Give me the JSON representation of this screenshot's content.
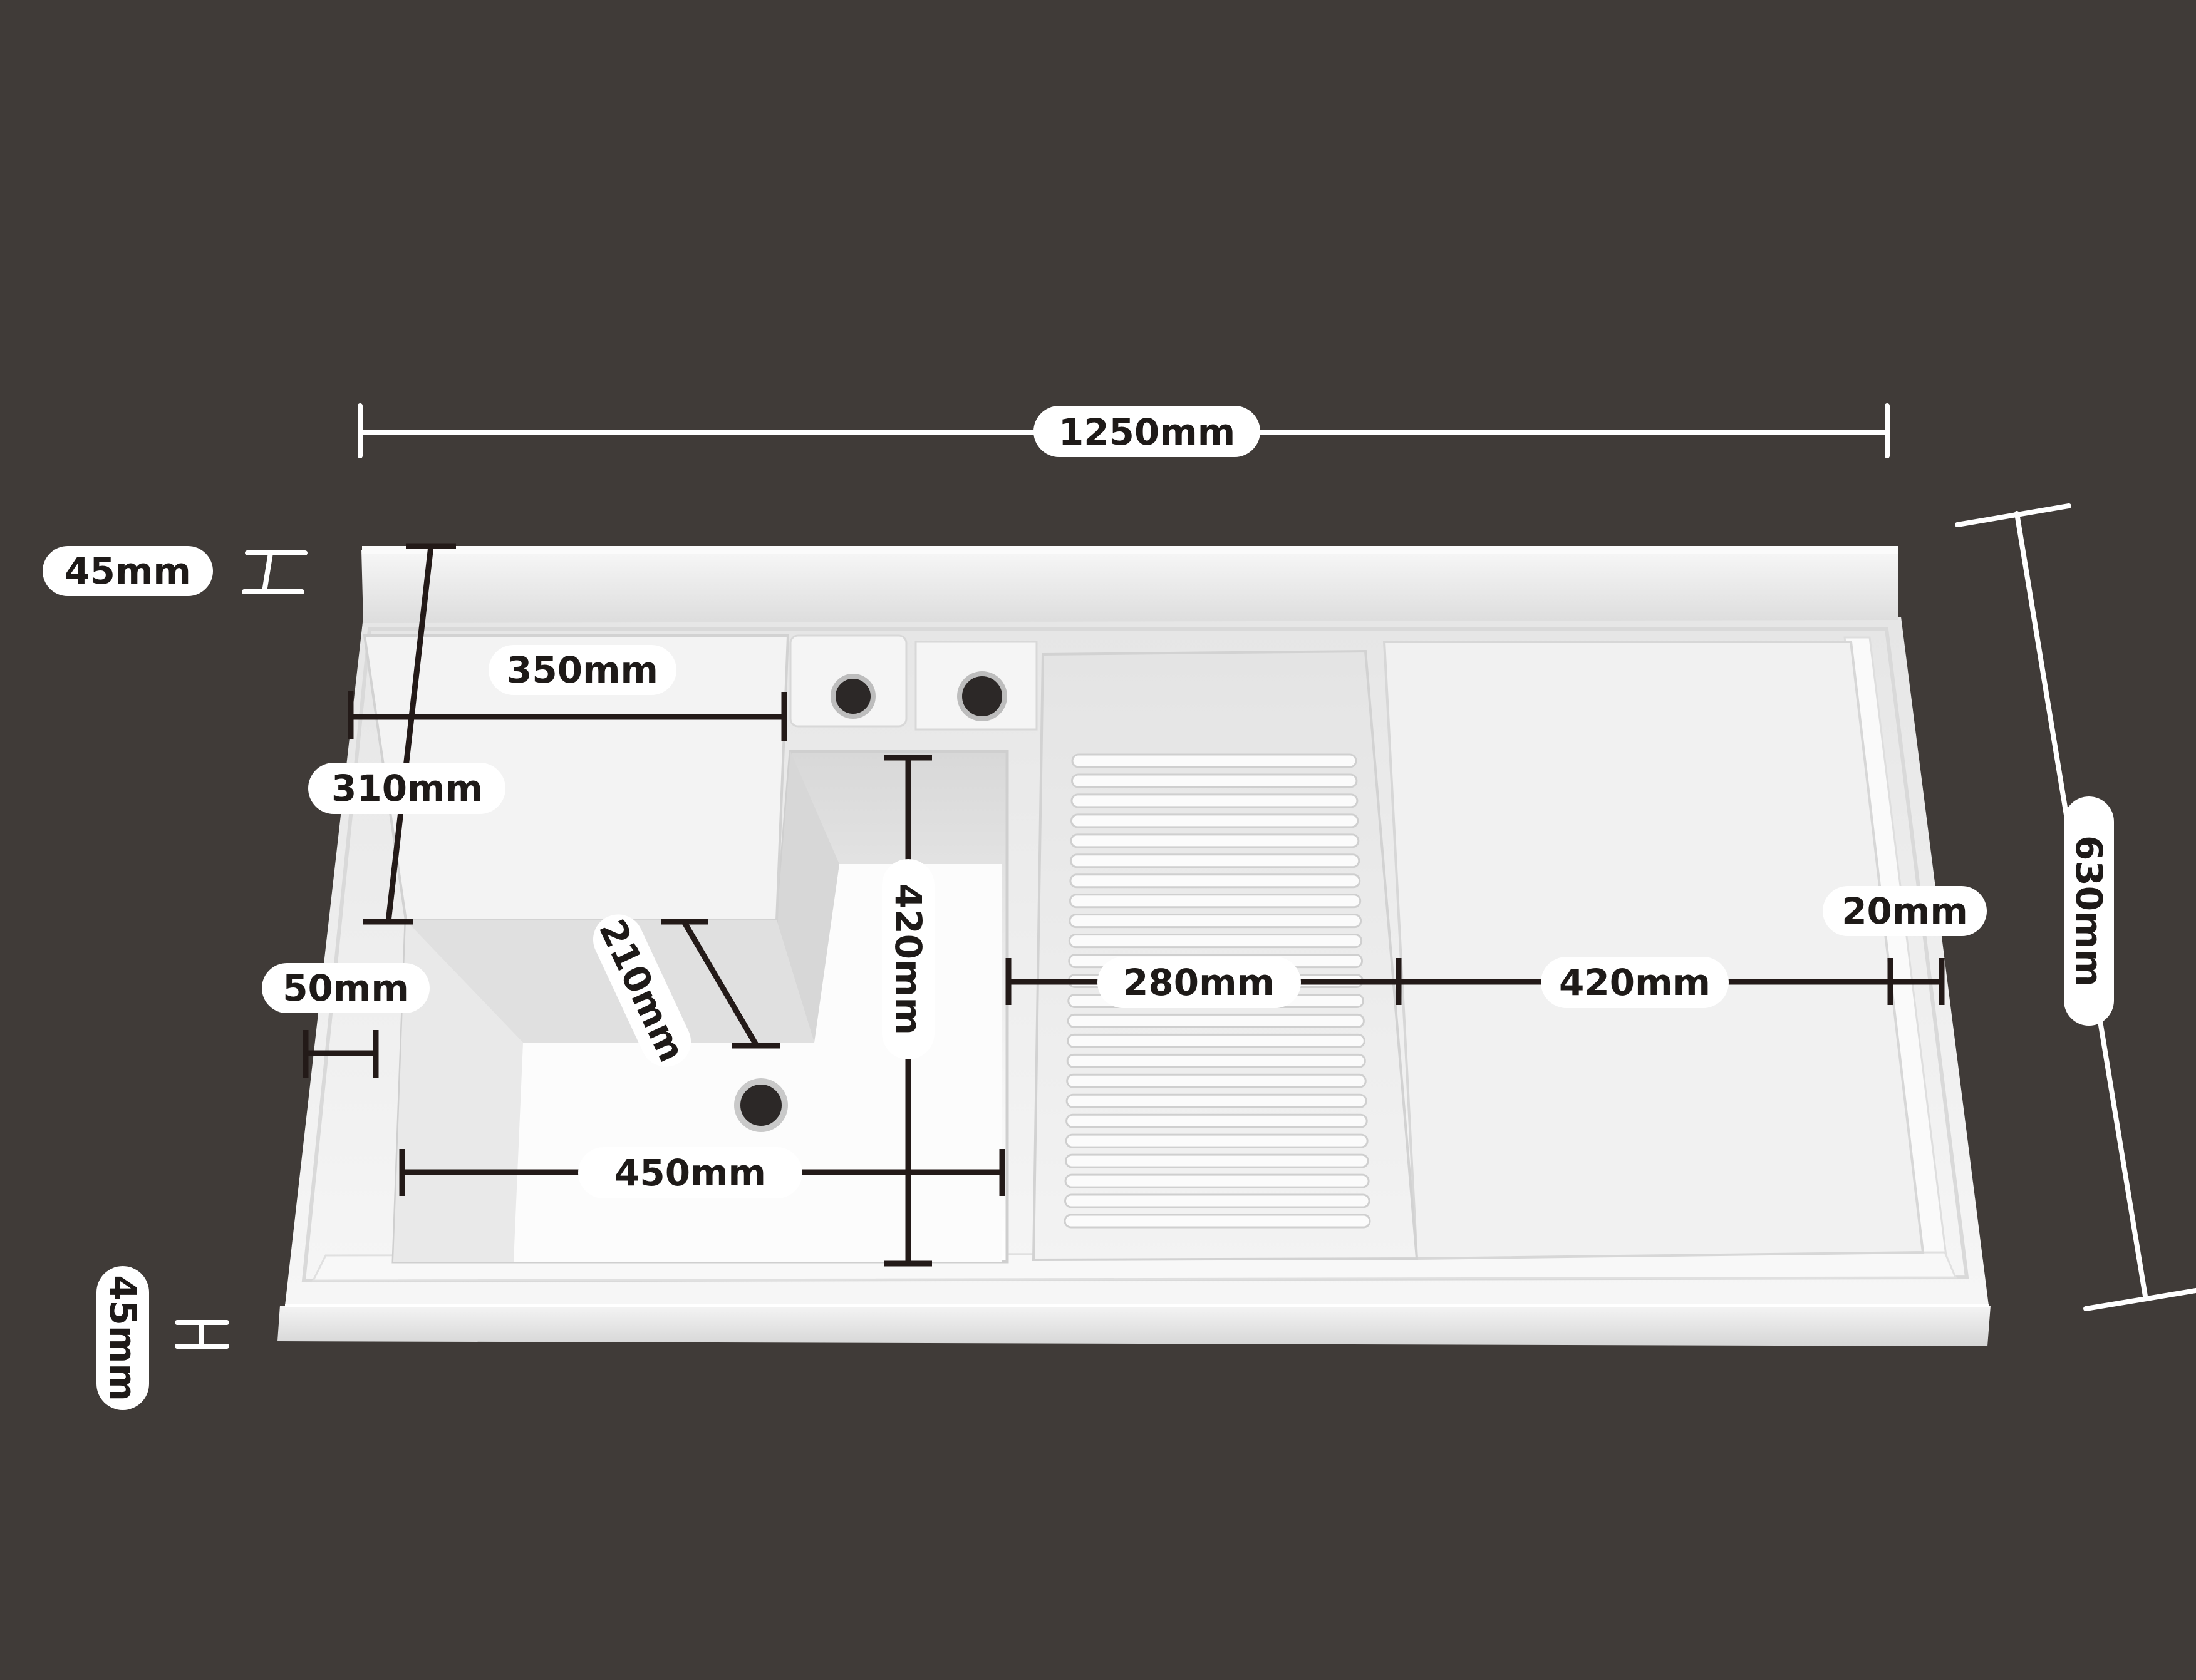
{
  "dimensions": {
    "total_width": "1250mm",
    "total_depth": "630mm",
    "backsplash_height": "45mm",
    "front_edge_thickness": "45mm",
    "soap_tray_width": "350mm",
    "soap_tray_depth": "310mm",
    "soap_tray_height": "210mm",
    "left_rim": "50mm",
    "basin_depth": "420mm",
    "basin_width": "450mm",
    "washboard_width": "280mm",
    "drainboard_width": "420mm",
    "right_rim": "20mm"
  },
  "colors": {
    "background": "#403b38",
    "product": "#f2f2f2",
    "white_dimension_lines": "#ffffff",
    "dark_dimension_lines": "#231a18",
    "label_text": "#1e1a18"
  },
  "product": "white laundry sink top with left basin, soap tray, ribbed washboard and flat drainboard"
}
